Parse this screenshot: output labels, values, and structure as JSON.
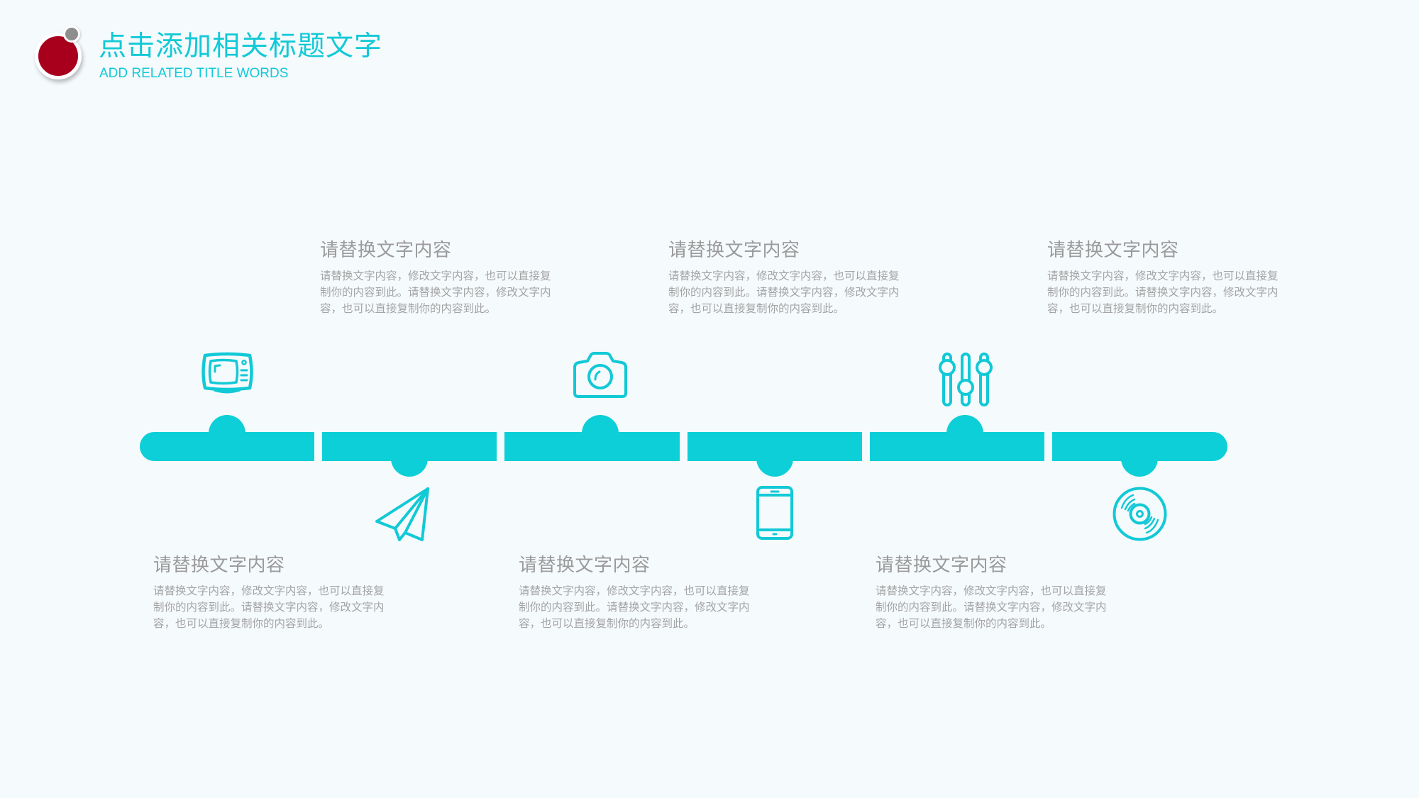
{
  "header": {
    "title_cn": "点击添加相关标题文字",
    "title_en": "ADD RELATED TITLE WORDS",
    "logo": {
      "main_color": "#A8001C",
      "dot_color": "#8E8E8E"
    }
  },
  "theme": {
    "accent": "#0DCFD8",
    "background": "#F5FAFD",
    "text_gray": "#9A9A9A"
  },
  "timeline": {
    "nodes": [
      {
        "position": "above",
        "icon": "tv-icon",
        "title": "请替换文字内容",
        "body": "请替换文字内容，修改文字内容，也可以直接复制你的内容到此。请替换文字内容，修改文字内容，也可以直接复制你的内容到此。",
        "text_position": "below"
      },
      {
        "position": "below",
        "icon": "paper-plane-icon",
        "title": "请替换文字内容",
        "body": "请替换文字内容，修改文字内容，也可以直接复制你的内容到此。请替换文字内容，修改文字内容，也可以直接复制你的内容到此。",
        "text_position": "above"
      },
      {
        "position": "above",
        "icon": "camera-icon",
        "title": "请替换文字内容",
        "body": "请替换文字内容，修改文字内容，也可以直接复制你的内容到此。请替换文字内容，修改文字内容，也可以直接复制你的内容到此。",
        "text_position": "below"
      },
      {
        "position": "below",
        "icon": "tablet-icon",
        "title": "请替换文字内容",
        "body": "请替换文字内容，修改文字内容，也可以直接复制你的内容到此。请替换文字内容，修改文字内容，也可以直接复制你的内容到此。",
        "text_position": "above"
      },
      {
        "position": "above",
        "icon": "sliders-icon",
        "title": "请替换文字内容",
        "body": "请替换文字内容，修改文字内容，也可以直接复制你的内容到此。请替换文字内容，修改文字内容，也可以直接复制你的内容到此。",
        "text_position": "below"
      },
      {
        "position": "below",
        "icon": "vinyl-disc-icon",
        "title": "请替换文字内容",
        "body": "请替换文字内容，修改文字内容，也可以直接复制你的内容到此。请替换文字内容，修改文字内容，也可以直接复制你的内容到此。",
        "text_position": "above"
      }
    ]
  }
}
